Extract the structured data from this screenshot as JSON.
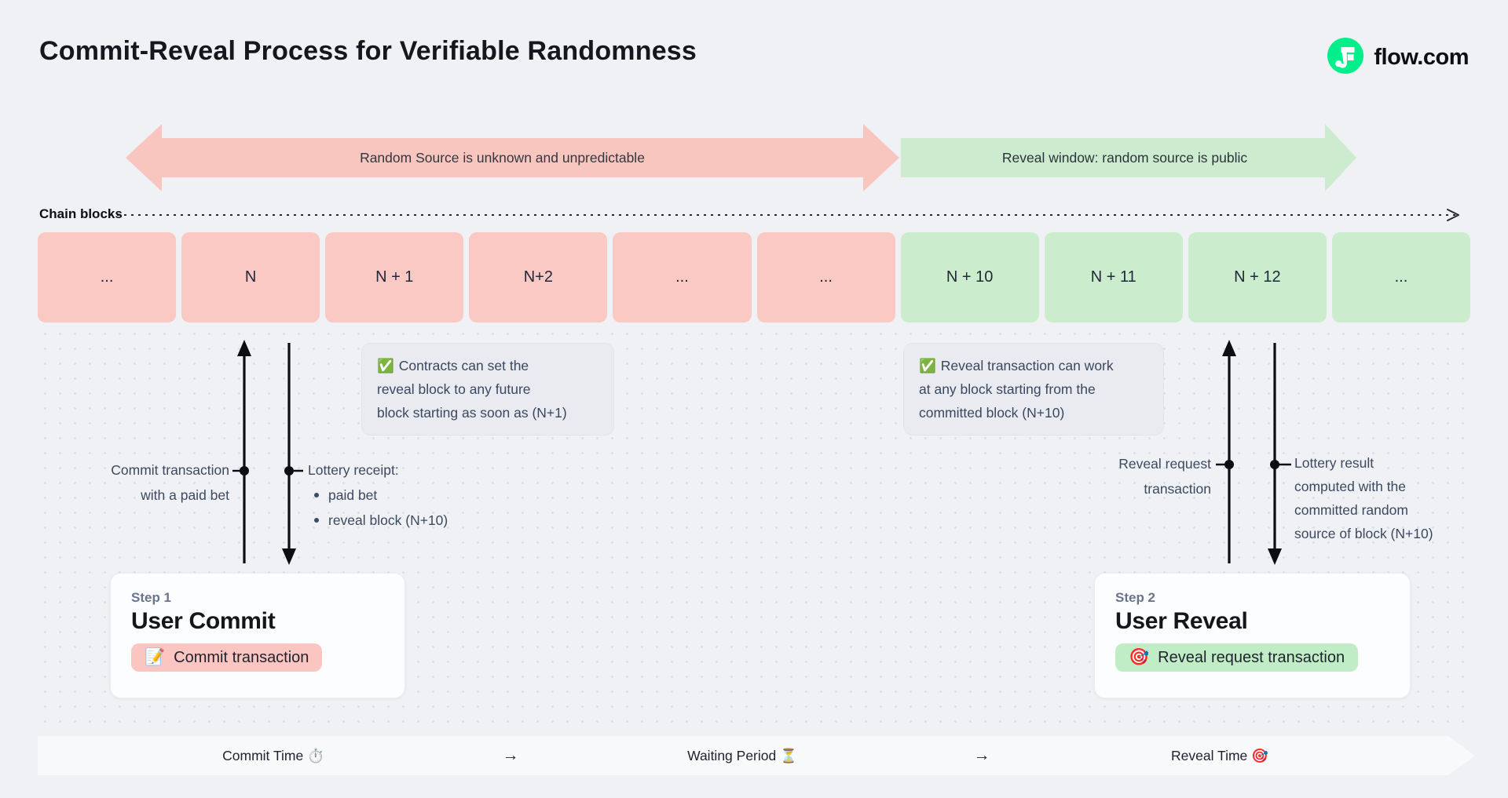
{
  "header": {
    "title": "Commit-Reveal Process for Verifiable Randomness",
    "brand": "flow.com"
  },
  "banners": {
    "commit": {
      "label": "Random Source is unknown and unpredictable",
      "color": "#f9c5bf"
    },
    "reveal": {
      "label": "Reveal window: random source is public",
      "color": "#cdeccf"
    }
  },
  "chain": {
    "label": "Chain blocks",
    "blocks": [
      {
        "label": "...",
        "phase": "commit"
      },
      {
        "label": "N",
        "phase": "commit"
      },
      {
        "label": "N + 1",
        "phase": "commit"
      },
      {
        "label": "N+2",
        "phase": "commit"
      },
      {
        "label": "...",
        "phase": "commit"
      },
      {
        "label": "...",
        "phase": "commit"
      },
      {
        "label": "N + 10",
        "phase": "reveal"
      },
      {
        "label": "N + 11",
        "phase": "reveal"
      },
      {
        "label": "N + 12",
        "phase": "reveal"
      },
      {
        "label": "...",
        "phase": "reveal"
      }
    ]
  },
  "notes": {
    "commit": {
      "icon": "✅",
      "line1": "Contracts can set the",
      "line2": "reveal block to any future",
      "line3": "block starting as soon as (N+1)"
    },
    "reveal": {
      "icon": "✅",
      "line1": "Reveal transaction can work",
      "line2": "at any block starting from the",
      "line3": "committed block (N+10)"
    }
  },
  "callouts": {
    "commit_tx": {
      "line1": "Commit transaction",
      "line2": "with a paid bet"
    },
    "lottery_receipt": {
      "title": "Lottery receipt:",
      "bullets": [
        "paid bet",
        "reveal block (N+10)"
      ]
    },
    "reveal_tx": {
      "line1": "Reveal request",
      "line2": "transaction"
    },
    "lottery_result": {
      "line1": "Lottery result",
      "line2": "computed with the",
      "line3": "committed random",
      "line4": "source of block (N+10)"
    }
  },
  "steps": {
    "step1": {
      "kicker": "Step 1",
      "title": "User Commit",
      "button_icon": "📝",
      "button_label": "Commit transaction"
    },
    "step2": {
      "kicker": "Step 2",
      "title": "User Reveal",
      "button_icon": "🎯",
      "button_label": "Reveal request transaction"
    }
  },
  "timeline": {
    "commit": {
      "label": "Commit Time",
      "icon": "⏱️"
    },
    "arrow1": "→",
    "waiting": {
      "label": "Waiting Period",
      "icon": "⏳"
    },
    "arrow2": "→",
    "reveal": {
      "label": "Reveal Time",
      "icon": "🎯"
    }
  },
  "colors": {
    "commit_phase": "#fbc9c3",
    "reveal_phase": "#ccedcd",
    "brand_green": "#00ef8b",
    "background": "#f0f1f5"
  }
}
